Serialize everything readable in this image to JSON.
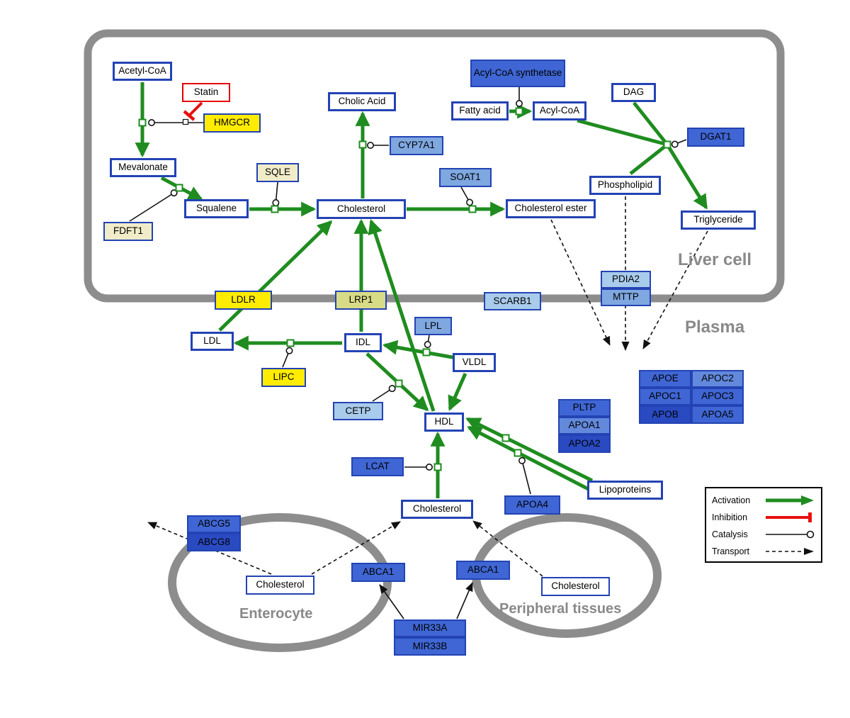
{
  "compartments": {
    "liver": "Liver cell",
    "plasma": "Plasma",
    "enterocyte": "Enterocyte",
    "peripheral": "Peripheral tissues"
  },
  "nodes": {
    "acetyl_coa": "Acetyl-CoA",
    "statin": "Statin",
    "hmgcr": "HMGCR",
    "mevalonate": "Mevalonate",
    "fdft1": "FDFT1",
    "squalene": "Squalene",
    "sqle": "SQLE",
    "cholic_acid": "Cholic Acid",
    "cyp7a1": "CYP7A1",
    "cholesterol_liver": "Cholesterol",
    "soat1": "SOAT1",
    "cholesterol_ester": "Cholesterol ester",
    "acyl_coa_synthetase": "Acyl-CoA synthetase",
    "fatty_acid": "Fatty acid",
    "acyl_coa": "Acyl-CoA",
    "dag": "DAG",
    "dgat1": "DGAT1",
    "phospholipid": "Phospholipid",
    "triglyceride": "Triglyceride",
    "pdia2": "PDIA2",
    "mttp": "MTTP",
    "scarb1": "SCARB1",
    "ldlr": "LDLR",
    "lrp1": "LRP1",
    "ldl": "LDL",
    "idl": "IDL",
    "lpl": "LPL",
    "vldl": "VLDL",
    "lipc": "LIPC",
    "cetp": "CETP",
    "hdl": "HDL",
    "pltp": "PLTP",
    "apoa1": "APOA1",
    "apoa2": "APOA2",
    "apoe": "APOE",
    "apoc2": "APOC2",
    "apoc1": "APOC1",
    "apoc3": "APOC3",
    "apob": "APOB",
    "apoa5": "APOA5",
    "lcat": "LCAT",
    "apoa4": "APOA4",
    "lipoproteins": "Lipoproteins",
    "cholesterol_plasma": "Cholesterol",
    "abcg5": "ABCG5",
    "abcg8": "ABCG8",
    "cholesterol_enterocyte": "Cholesterol",
    "abca1_left": "ABCA1",
    "abca1_right": "ABCA1",
    "cholesterol_peripheral": "Cholesterol",
    "mir33a": "MIR33A",
    "mir33b": "MIR33B"
  },
  "legend": {
    "activation": "Activation",
    "inhibition": "Inhibition",
    "catalysis": "Catalysis",
    "transport": "Transport"
  },
  "colors": {
    "activation_green": "#1f8c1f",
    "inhibition_red": "#e81010",
    "catalysis_black": "#111111",
    "transport_black": "#111111",
    "node_border_blue": "#2343b4",
    "statin_border_red": "#e30000",
    "compartment_gray": "#8d8d8d",
    "gene_yellow": "#ffec00",
    "gene_pale_yellow": "#f0ecc8",
    "gene_light_blue": "#a9cbec",
    "gene_medium_blue": "#7fa7e0",
    "gene_strong_blue": "#3f66d4",
    "gene_dark_blue": "#2a4ac2"
  }
}
